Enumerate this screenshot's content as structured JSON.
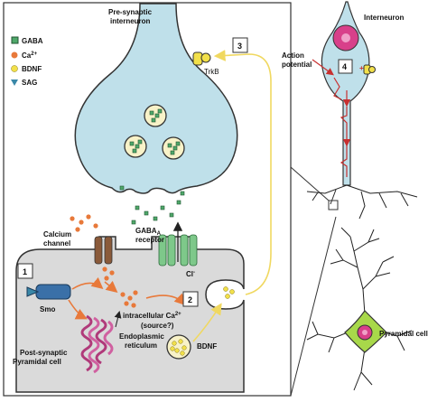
{
  "legend": {
    "items": [
      {
        "label": "GABA",
        "icon": "gaba-cube-icon",
        "color": "#4fa86a"
      },
      {
        "label": "Ca",
        "superscript": "2+",
        "icon": "calcium-dot-icon",
        "color": "#e8793a"
      },
      {
        "label": "BDNF",
        "icon": "bdnf-dot-icon",
        "color": "#f2e04a"
      },
      {
        "label": "SAG",
        "icon": "sag-triangle-icon",
        "color": "#3a88a8"
      }
    ]
  },
  "labels": {
    "presynaptic_line1": "Pre-synaptic",
    "presynaptic_line2": "interneuron",
    "interneuron": "Interneuron",
    "trkb": "TrkB",
    "action_potential_line1": "Action",
    "action_potential_line2": "potential",
    "calcium_channel_line1": "Calcium",
    "calcium_channel_line2": "channel",
    "gaba_receptor_line1": "GABA",
    "gaba_receptor_sub": "A",
    "gaba_receptor_line2": "receptor",
    "chloride": "Cl",
    "chloride_sup": "-",
    "smo": "Smo",
    "intracellular_line1": "intracellular Ca",
    "intracellular_sup": "2+",
    "intracellular_line2": "(source?)",
    "er_line1": "Endoplasmic",
    "er_line2": "reticulum",
    "bdnf": "BDNF",
    "postsynaptic_line1": "Post-synaptic",
    "postsynaptic_line2": "Pyramidal cell",
    "pyramidal": "Pyramidal cell",
    "plus_signs": "+++"
  },
  "steps": [
    "1",
    "2",
    "3",
    "4"
  ],
  "colors": {
    "presynaptic": "#bfe0ea",
    "postsynaptic": "#dadada",
    "pathway": "#f0d860",
    "arrow_orange": "#e8793a",
    "nucleus": "#d8408a",
    "pyramidal_body": "#a8d84a",
    "action_potential": "#c83030"
  }
}
